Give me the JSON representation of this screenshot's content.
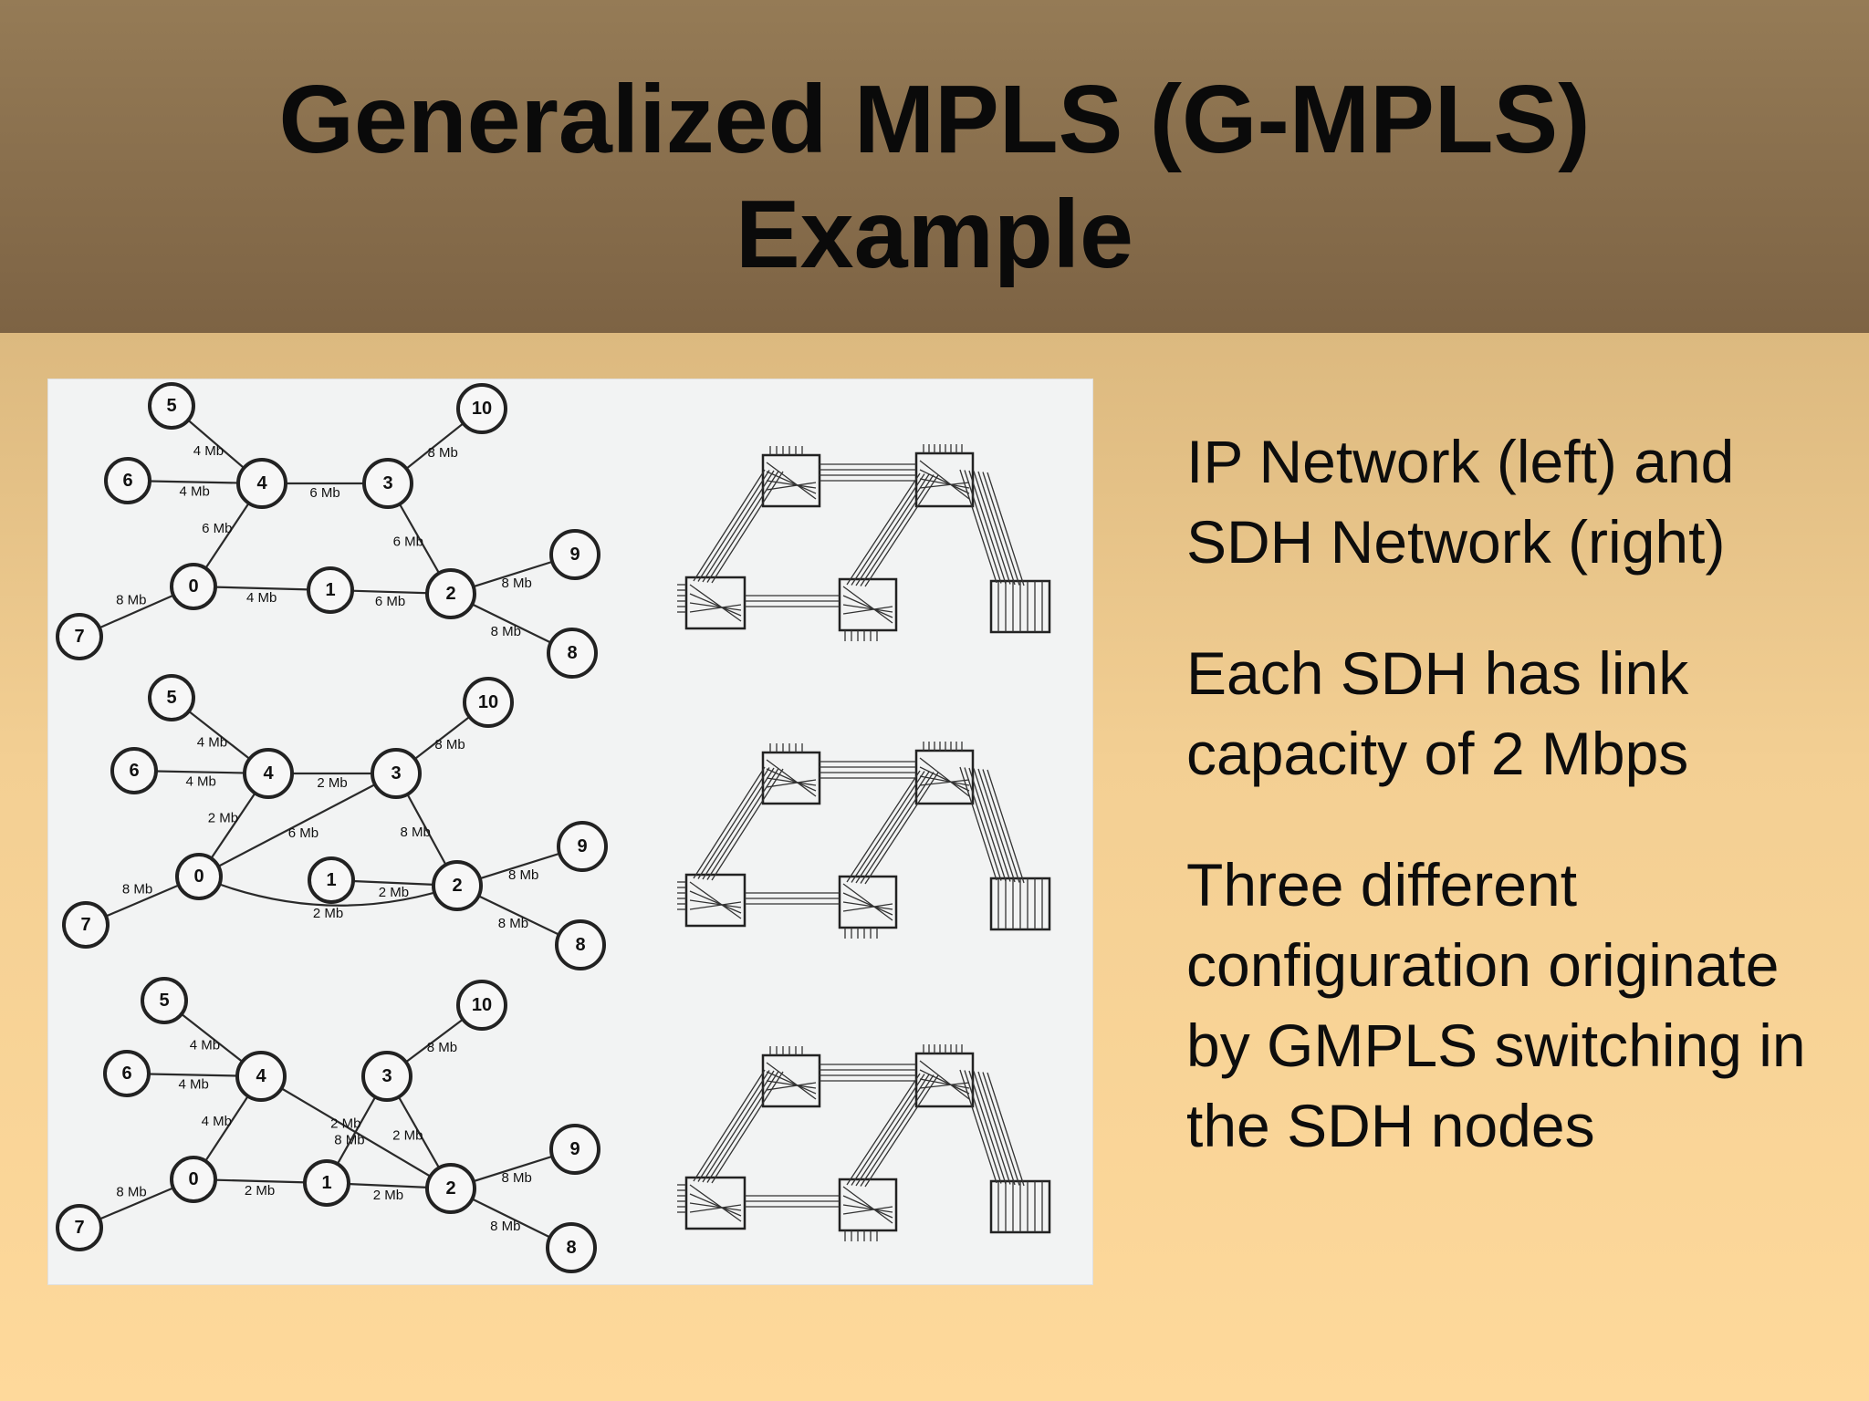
{
  "slide": {
    "title_line1": "Generalized MPLS (G-MPLS)",
    "title_line2": "Example",
    "bullets": [
      "IP Network (left) and SDH Network (right)",
      "Each SDH has link capacity of 2 Mbps",
      "Three different configuration originate by GMPLS switching in the SDH nodes"
    ]
  },
  "ip_networks": [
    {
      "edges": [
        {
          "a": "5",
          "b": "4",
          "label": "4 Mb"
        },
        {
          "a": "6",
          "b": "4",
          "label": "4 Mb"
        },
        {
          "a": "4",
          "b": "3",
          "label": "6 Mb"
        },
        {
          "a": "4",
          "b": "0",
          "label": "6 Mb"
        },
        {
          "a": "3",
          "b": "10",
          "label": "8 Mb"
        },
        {
          "a": "3",
          "b": "2",
          "label": "6 Mb"
        },
        {
          "a": "0",
          "b": "1",
          "label": "4 Mb"
        },
        {
          "a": "1",
          "b": "2",
          "label": "6 Mb"
        },
        {
          "a": "0",
          "b": "7",
          "label": "8 Mb"
        },
        {
          "a": "2",
          "b": "9",
          "label": "8 Mb"
        },
        {
          "a": "2",
          "b": "8",
          "label": "8 Mb"
        }
      ]
    },
    {
      "edges": [
        {
          "a": "5",
          "b": "4",
          "label": "4 Mb"
        },
        {
          "a": "6",
          "b": "4",
          "label": "4 Mb"
        },
        {
          "a": "4",
          "b": "3",
          "label": "2 Mb"
        },
        {
          "a": "4",
          "b": "0",
          "label": "2 Mb"
        },
        {
          "a": "0",
          "b": "3",
          "label": "6 Mb"
        },
        {
          "a": "3",
          "b": "10",
          "label": "8 Mb"
        },
        {
          "a": "3",
          "b": "2",
          "label": "8 Mb"
        },
        {
          "a": "1",
          "b": "2",
          "label": "2 Mb"
        },
        {
          "a": "0",
          "b": "2",
          "label": "2 Mb",
          "curve": true
        },
        {
          "a": "0",
          "b": "7",
          "label": "8 Mb"
        },
        {
          "a": "2",
          "b": "9",
          "label": "8 Mb"
        },
        {
          "a": "2",
          "b": "8",
          "label": "8 Mb"
        }
      ]
    },
    {
      "edges": [
        {
          "a": "5",
          "b": "4",
          "label": "4 Mb"
        },
        {
          "a": "6",
          "b": "4",
          "label": "4 Mb"
        },
        {
          "a": "4",
          "b": "2",
          "label": "8 Mb"
        },
        {
          "a": "4",
          "b": "0",
          "label": "4 Mb"
        },
        {
          "a": "3",
          "b": "10",
          "label": "8 Mb"
        },
        {
          "a": "3",
          "b": "1",
          "label": "2 Mb"
        },
        {
          "a": "3",
          "b": "2",
          "label": "2 Mb"
        },
        {
          "a": "0",
          "b": "1",
          "label": "2 Mb"
        },
        {
          "a": "1",
          "b": "2",
          "label": "2 Mb"
        },
        {
          "a": "0",
          "b": "7",
          "label": "8 Mb"
        },
        {
          "a": "2",
          "b": "9",
          "label": "8 Mb"
        },
        {
          "a": "2",
          "b": "8",
          "label": "8 Mb"
        }
      ]
    }
  ]
}
